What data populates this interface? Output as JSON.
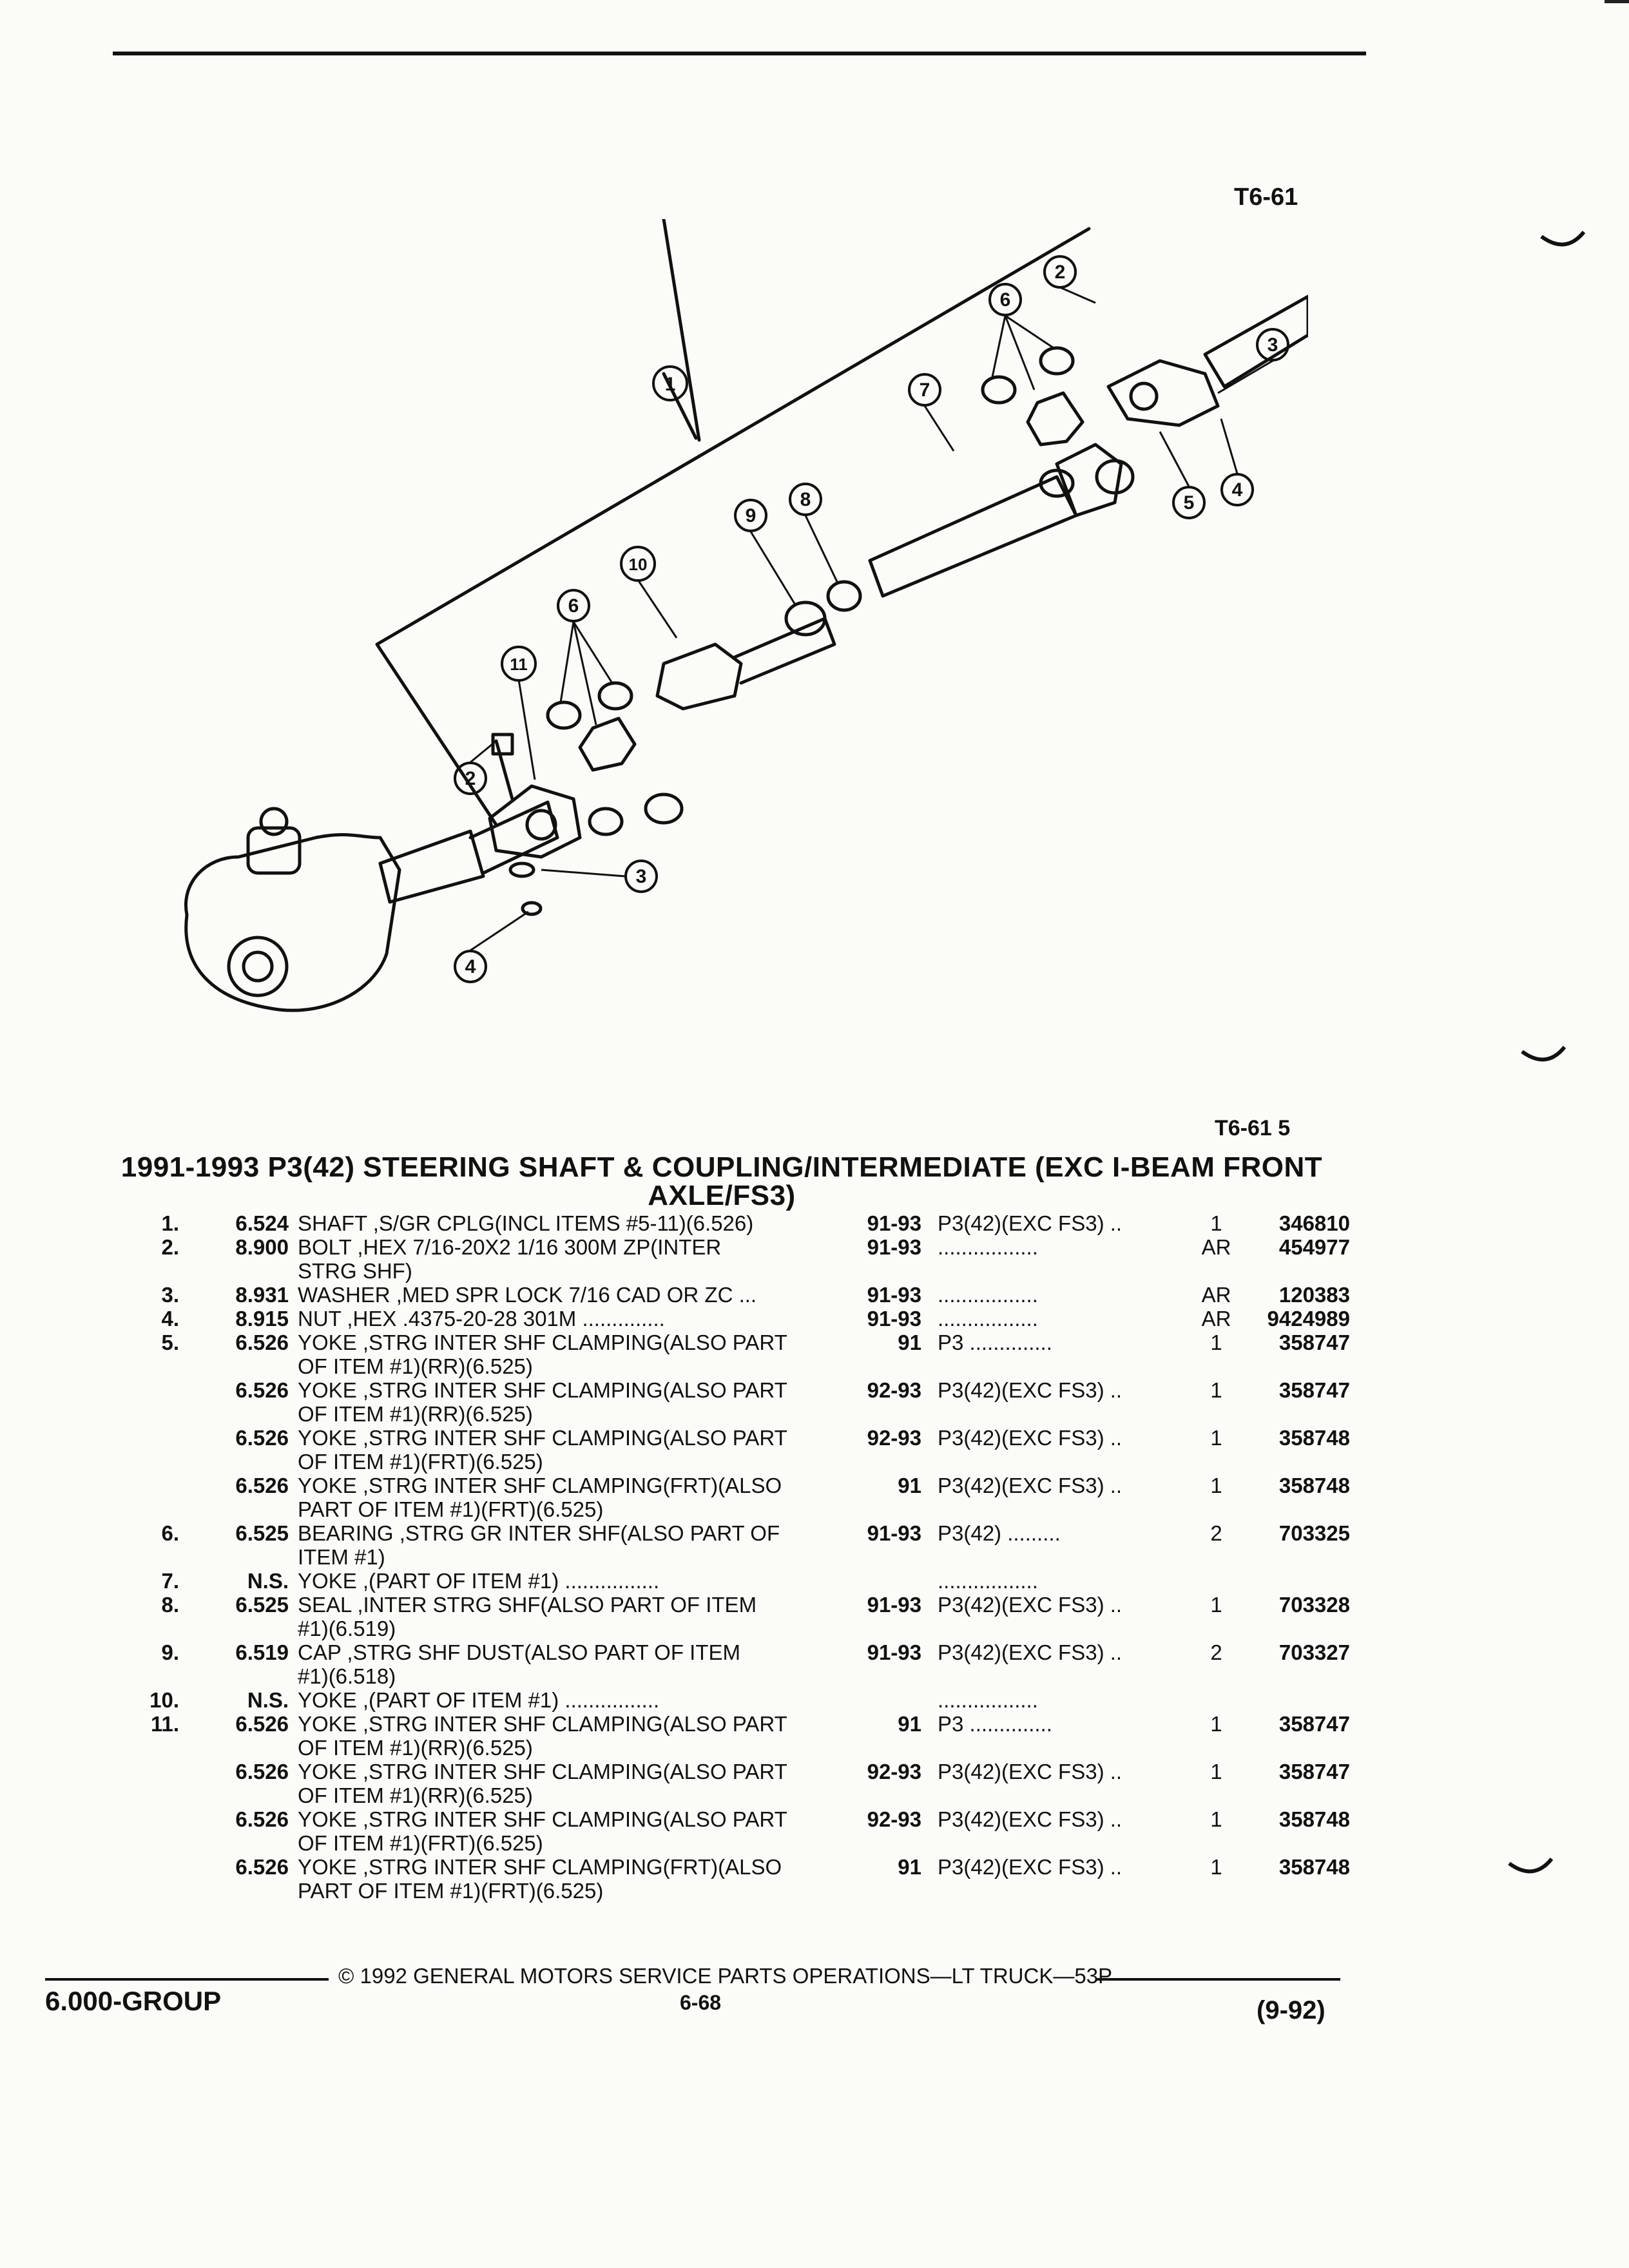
{
  "figure_top": "T6-61",
  "figure_ref": "T6-61  5",
  "callouts": [
    "1",
    "2",
    "2",
    "3",
    "3",
    "4",
    "4",
    "5",
    "6",
    "6",
    "7",
    "8",
    "9",
    "10",
    "11"
  ],
  "title_line1": "1991-1993 P3(42) STEERING SHAFT & COUPLING/INTERMEDIATE (EXC I-BEAM FRONT",
  "title_line2": "AXLE/FS3)",
  "rows": [
    {
      "no": "1.",
      "grp": "6.524",
      "desc": "SHAFT ,S/GR CPLG(INCL ITEMS #5-11)(6.526)",
      "yr": "91-93",
      "model": "P3(42)(EXC FS3) ..",
      "qty": "1",
      "pn": "346810",
      "cont": ""
    },
    {
      "no": "2.",
      "grp": "8.900",
      "desc": "BOLT ,HEX 7/16-20X2 1/16 300M ZP(INTER",
      "yr": "91-93",
      "model": ".................",
      "qty": "AR",
      "pn": "454977",
      "cont": "STRG SHF)"
    },
    {
      "no": "3.",
      "grp": "8.931",
      "desc": "WASHER ,MED SPR LOCK 7/16 CAD OR ZC ...",
      "yr": "91-93",
      "model": ".................",
      "qty": "AR",
      "pn": "120383",
      "cont": ""
    },
    {
      "no": "4.",
      "grp": "8.915",
      "desc": "NUT ,HEX .4375-20-28 301M ..............",
      "yr": "91-93",
      "model": ".................",
      "qty": "AR",
      "pn": "9424989",
      "cont": ""
    },
    {
      "no": "5.",
      "grp": "6.526",
      "desc": "YOKE ,STRG INTER SHF CLAMPING(ALSO PART",
      "yr": "91",
      "model": "P3 ..............",
      "qty": "1",
      "pn": "358747",
      "cont": "OF ITEM #1)(RR)(6.525)"
    },
    {
      "no": "",
      "grp": "6.526",
      "desc": "YOKE ,STRG INTER SHF CLAMPING(ALSO PART",
      "yr": "92-93",
      "model": "P3(42)(EXC FS3) ..",
      "qty": "1",
      "pn": "358747",
      "cont": "OF ITEM #1)(RR)(6.525)"
    },
    {
      "no": "",
      "grp": "6.526",
      "desc": "YOKE ,STRG INTER SHF CLAMPING(ALSO PART",
      "yr": "92-93",
      "model": "P3(42)(EXC FS3) ..",
      "qty": "1",
      "pn": "358748",
      "cont": "OF ITEM #1)(FRT)(6.525)"
    },
    {
      "no": "",
      "grp": "6.526",
      "desc": "YOKE ,STRG INTER SHF CLAMPING(FRT)(ALSO",
      "yr": "91",
      "model": "P3(42)(EXC FS3) ..",
      "qty": "1",
      "pn": "358748",
      "cont": "PART OF ITEM #1)(FRT)(6.525)"
    },
    {
      "no": "6.",
      "grp": "6.525",
      "desc": "BEARING ,STRG GR INTER SHF(ALSO PART OF",
      "yr": "91-93",
      "model": "P3(42) .........",
      "qty": "2",
      "pn": "703325",
      "cont": "ITEM #1)"
    },
    {
      "no": "7.",
      "grp": "N.S.",
      "desc": "YOKE ,(PART OF ITEM #1) ................",
      "yr": "",
      "model": ".................",
      "qty": "",
      "pn": "",
      "cont": ""
    },
    {
      "no": "8.",
      "grp": "6.525",
      "desc": "SEAL ,INTER STRG SHF(ALSO PART OF ITEM",
      "yr": "91-93",
      "model": "P3(42)(EXC FS3) ..",
      "qty": "1",
      "pn": "703328",
      "cont": "#1)(6.519)"
    },
    {
      "no": "9.",
      "grp": "6.519",
      "desc": "CAP ,STRG SHF DUST(ALSO PART OF ITEM",
      "yr": "91-93",
      "model": "P3(42)(EXC FS3) ..",
      "qty": "2",
      "pn": "703327",
      "cont": "#1)(6.518)"
    },
    {
      "no": "10.",
      "grp": "N.S.",
      "desc": "YOKE ,(PART OF ITEM #1) ................",
      "yr": "",
      "model": ".................",
      "qty": "",
      "pn": "",
      "cont": ""
    },
    {
      "no": "11.",
      "grp": "6.526",
      "desc": "YOKE ,STRG INTER SHF CLAMPING(ALSO PART",
      "yr": "91",
      "model": "P3 ..............",
      "qty": "1",
      "pn": "358747",
      "cont": "OF ITEM #1)(RR)(6.525)"
    },
    {
      "no": "",
      "grp": "6.526",
      "desc": "YOKE ,STRG INTER SHF CLAMPING(ALSO PART",
      "yr": "92-93",
      "model": "P3(42)(EXC FS3) ..",
      "qty": "1",
      "pn": "358747",
      "cont": "OF ITEM #1)(RR)(6.525)"
    },
    {
      "no": "",
      "grp": "6.526",
      "desc": "YOKE ,STRG INTER SHF CLAMPING(ALSO PART",
      "yr": "92-93",
      "model": "P3(42)(EXC FS3) ..",
      "qty": "1",
      "pn": "358748",
      "cont": "OF ITEM #1)(FRT)(6.525)"
    },
    {
      "no": "",
      "grp": "6.526",
      "desc": "YOKE ,STRG INTER SHF CLAMPING(FRT)(ALSO",
      "yr": "91",
      "model": "P3(42)(EXC FS3) ..",
      "qty": "1",
      "pn": "358748",
      "cont": "PART OF ITEM #1)(FRT)(6.525)"
    }
  ],
  "footer": {
    "group": "6.000-GROUP",
    "copyright": "© 1992 GENERAL MOTORS SERVICE PARTS OPERATIONS—LT TRUCK—53P",
    "page": "6-68",
    "date": "(9-92)"
  }
}
